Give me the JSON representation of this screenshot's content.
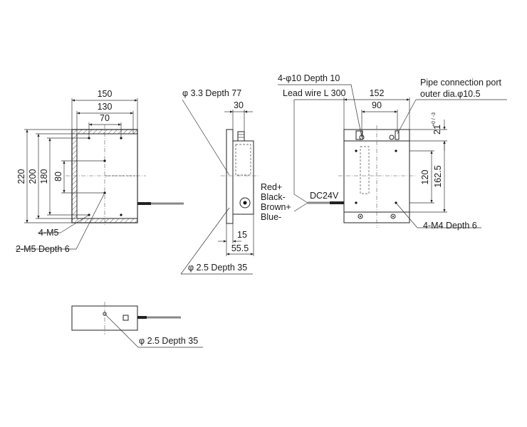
{
  "front_view": {
    "dim_width_150": "150",
    "dim_width_130": "130",
    "dim_width_70": "70",
    "dim_height_220": "220",
    "dim_height_200": "200",
    "dim_height_180": "180",
    "dim_height_80": "80",
    "label_4m5": "4-M5",
    "label_2m5": "2-M5 Depth 6"
  },
  "side_view": {
    "label_hole_33": "φ 3.3 Depth 77",
    "dim_30": "30",
    "dim_15": "15",
    "dim_555": "55.5",
    "label_hole_25": "φ 2.5 Depth 35"
  },
  "bottom_view": {
    "label_hole_25": "φ 2.5 Depth 35"
  },
  "rear_view": {
    "label_4phi10": "4-φ10 Depth 10",
    "label_lead": "Lead wire L 300",
    "dim_152": "152",
    "dim_90": "90",
    "label_pipe_1": "Pipe connection port",
    "label_pipe_2": "outer dia.φ10.5",
    "dim_21": "21",
    "dim_21_tol": "+0 / -3",
    "dim_120": "120",
    "dim_1625": "162.5",
    "label_4m4": "4-M4 Depth 6",
    "wire_red": "Red+",
    "wire_black": "Black-",
    "wire_brown": "Brown+",
    "wire_blue": "Blue-",
    "label_dc": "DC24V"
  }
}
